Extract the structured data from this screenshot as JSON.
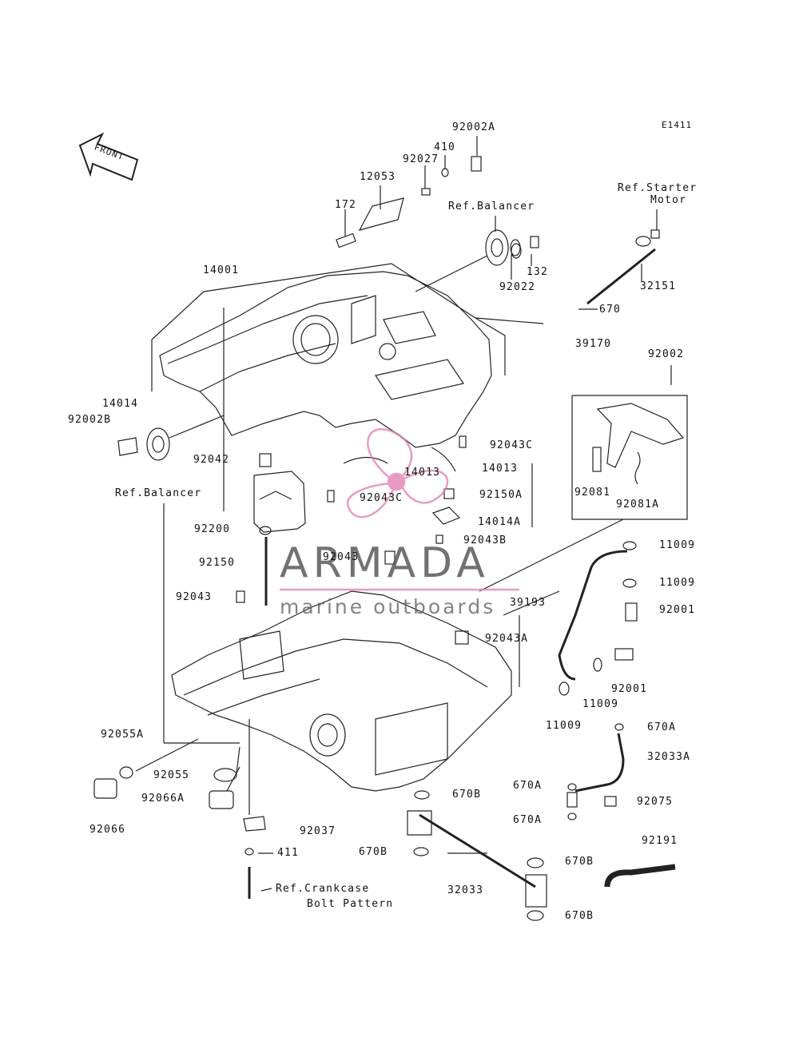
{
  "figure_code": "E1411",
  "front_arrow_label": "FRONT",
  "watermark": {
    "brand": "ARMADA",
    "tagline": "marine outboards",
    "accent_color": "#e07ab0"
  },
  "part_labels": {
    "p92002A": "92002A",
    "p410": "410",
    "p92027": "92027",
    "p12053": "12053",
    "p172": "172",
    "p132": "132",
    "p92022": "92022",
    "p14001": "14001",
    "p32151": "32151",
    "p670": "670",
    "p39170": "39170",
    "p92002": "92002",
    "p14014": "14014",
    "p92002B": "92002B",
    "p92043C_r": "92043C",
    "p14013_r": "14013",
    "p14013_l": "14013",
    "p92042": "92042",
    "p92043C_l": "92043C",
    "p92150A": "92150A",
    "p92081": "92081",
    "p92081A": "92081A",
    "p14014A": "14014A",
    "p92200": "92200",
    "p92043B": "92043B",
    "p11009_a": "11009",
    "p92150": "92150",
    "p92043_c": "92043",
    "p11009_b": "11009",
    "p92043_l": "92043",
    "p39193": "39193",
    "p92001_a": "92001",
    "p92043A": "92043A",
    "p92001_b": "92001",
    "p11009_c": "11009",
    "p11009_d": "11009",
    "p670A_a": "670A",
    "p92055A": "92055A",
    "p32033A": "32033A",
    "p92055": "92055",
    "p670B_a": "670B",
    "p670A_b": "670A",
    "p92066A": "92066A",
    "p92075": "92075",
    "p92066": "92066",
    "p670A_c": "670A",
    "p92037": "92037",
    "p92191": "92191",
    "p411": "411",
    "p670B_b": "670B",
    "p670B_c": "670B",
    "p32033": "32033",
    "p670B_d": "670B"
  },
  "references": {
    "balancer_top": "Ref.Balancer",
    "balancer_left": "Ref.Balancer",
    "starter_line1": "Ref.Starter",
    "starter_line2": "Motor",
    "bolt_line1": "Ref.Crankcase",
    "bolt_line2": "Bolt Pattern"
  }
}
